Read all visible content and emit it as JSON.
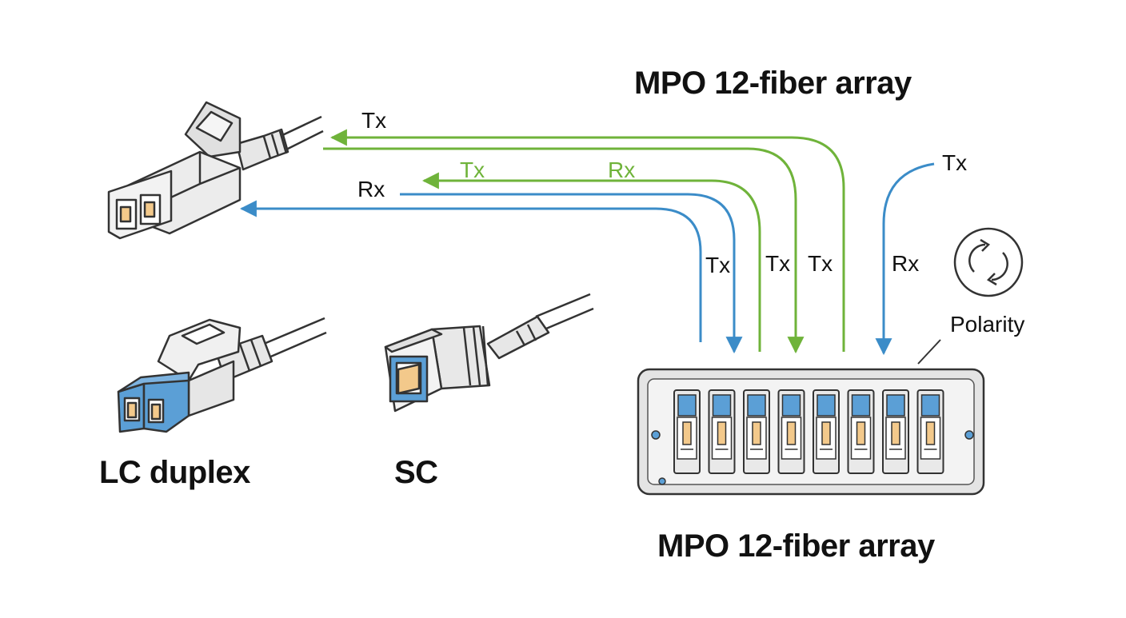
{
  "title_top": "MPO 12-fiber array",
  "title_bottom": "MPO 12-fiber array",
  "connectors": {
    "lc_duplex": "LC duplex",
    "sc": "SC"
  },
  "polarity_label": "Polarity",
  "flow_labels": {
    "top_tx": "Tx",
    "mid_tx": "Tx",
    "mid_rx": "Rx",
    "left_rx": "Rx",
    "down_tx1": "Tx",
    "down_tx2": "Tx",
    "down_tx3": "Tx",
    "down_rx": "Rx",
    "right_tx": "Tx"
  },
  "colors": {
    "tx_green": "#6fb33a",
    "rx_blue": "#3b8cc8",
    "connector_blue": "#5b9fd6",
    "ferrule_orange": "#f3c98b",
    "outline": "#333333"
  },
  "mpo_port_count": 8
}
